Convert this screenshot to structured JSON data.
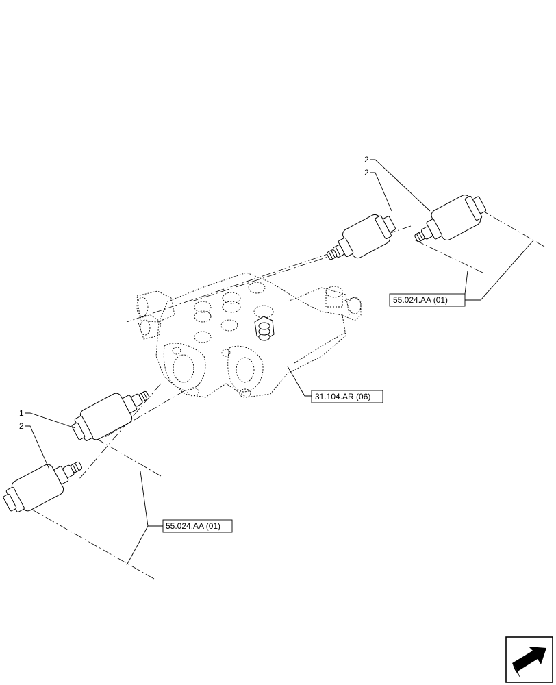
{
  "diagram": {
    "callouts": [
      {
        "id": "c1",
        "text": "2"
      },
      {
        "id": "c2",
        "text": "2"
      },
      {
        "id": "c3",
        "text": "1"
      },
      {
        "id": "c4",
        "text": "2"
      }
    ],
    "references": [
      {
        "id": "r1",
        "text": "55.024.AA (01)"
      },
      {
        "id": "r2",
        "text": "31.104.AR (06)"
      },
      {
        "id": "r3",
        "text": "55.024.AA (01)"
      }
    ]
  }
}
